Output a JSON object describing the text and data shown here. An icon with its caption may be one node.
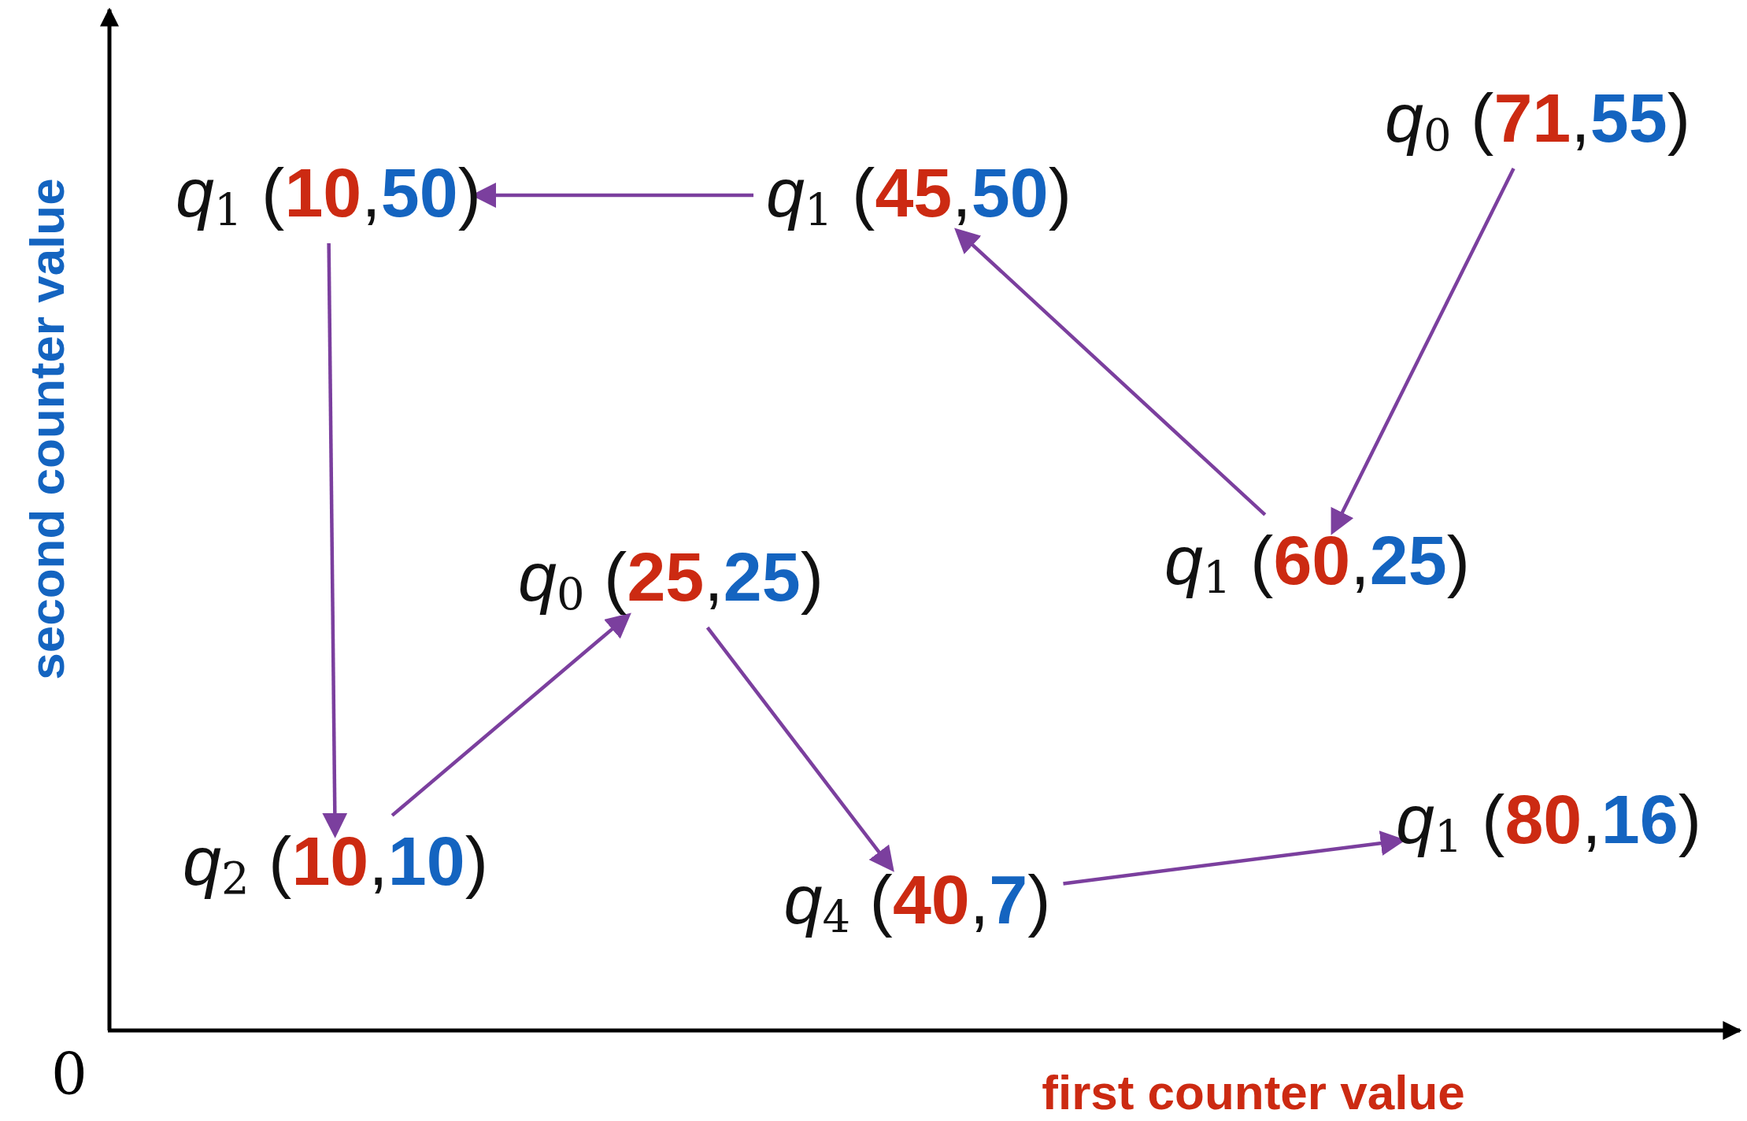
{
  "diagram": {
    "nodes": [
      {
        "text": [
          "*q*$_{1}$ (**10**,**50**)"
        ]
      },
      {
        "text": [
          "*q*$_{1}$ (**45**,**50**)"
        ]
      },
      {
        "text": [
          "*q*$_{0}$ (**71**,**55**)"
        ]
      },
      {
        "text": [
          "*q*$_{1}$ (**60**,**25**)"
        ]
      },
      {
        "text": [
          "*q*$_{0}$ (**25**,**25**)"
        ]
      },
      {
        "text": [
          "*q*$_{2}$ (**10**,**10**)"
        ]
      },
      {
        "text": [
          "*q*$_{4}$ (**40**,**7**)"
        ]
      },
      {
        "text": [
          "*q*$_{1}$ (**80**,**16**)"
        ]
      }
    ],
    "edges": [
      {
        "from": 2,
        "to": 3,
        "arrow": "to"
      },
      {
        "from": 3,
        "to": 1,
        "arrow": "to"
      },
      {
        "from": 1,
        "to": 0,
        "arrow": "to"
      },
      {
        "from": 0,
        "to": 5,
        "arrow": "to"
      },
      {
        "from": 5,
        "to": 4,
        "arrow": "to"
      },
      {
        "from": 4,
        "to": 6,
        "arrow": "to"
      },
      {
        "from": 6,
        "to": 7,
        "arrow": "to"
      }
    ],
    "labels": [
      "second counter value",
      "0",
      "first counter value"
    ]
  }
}
